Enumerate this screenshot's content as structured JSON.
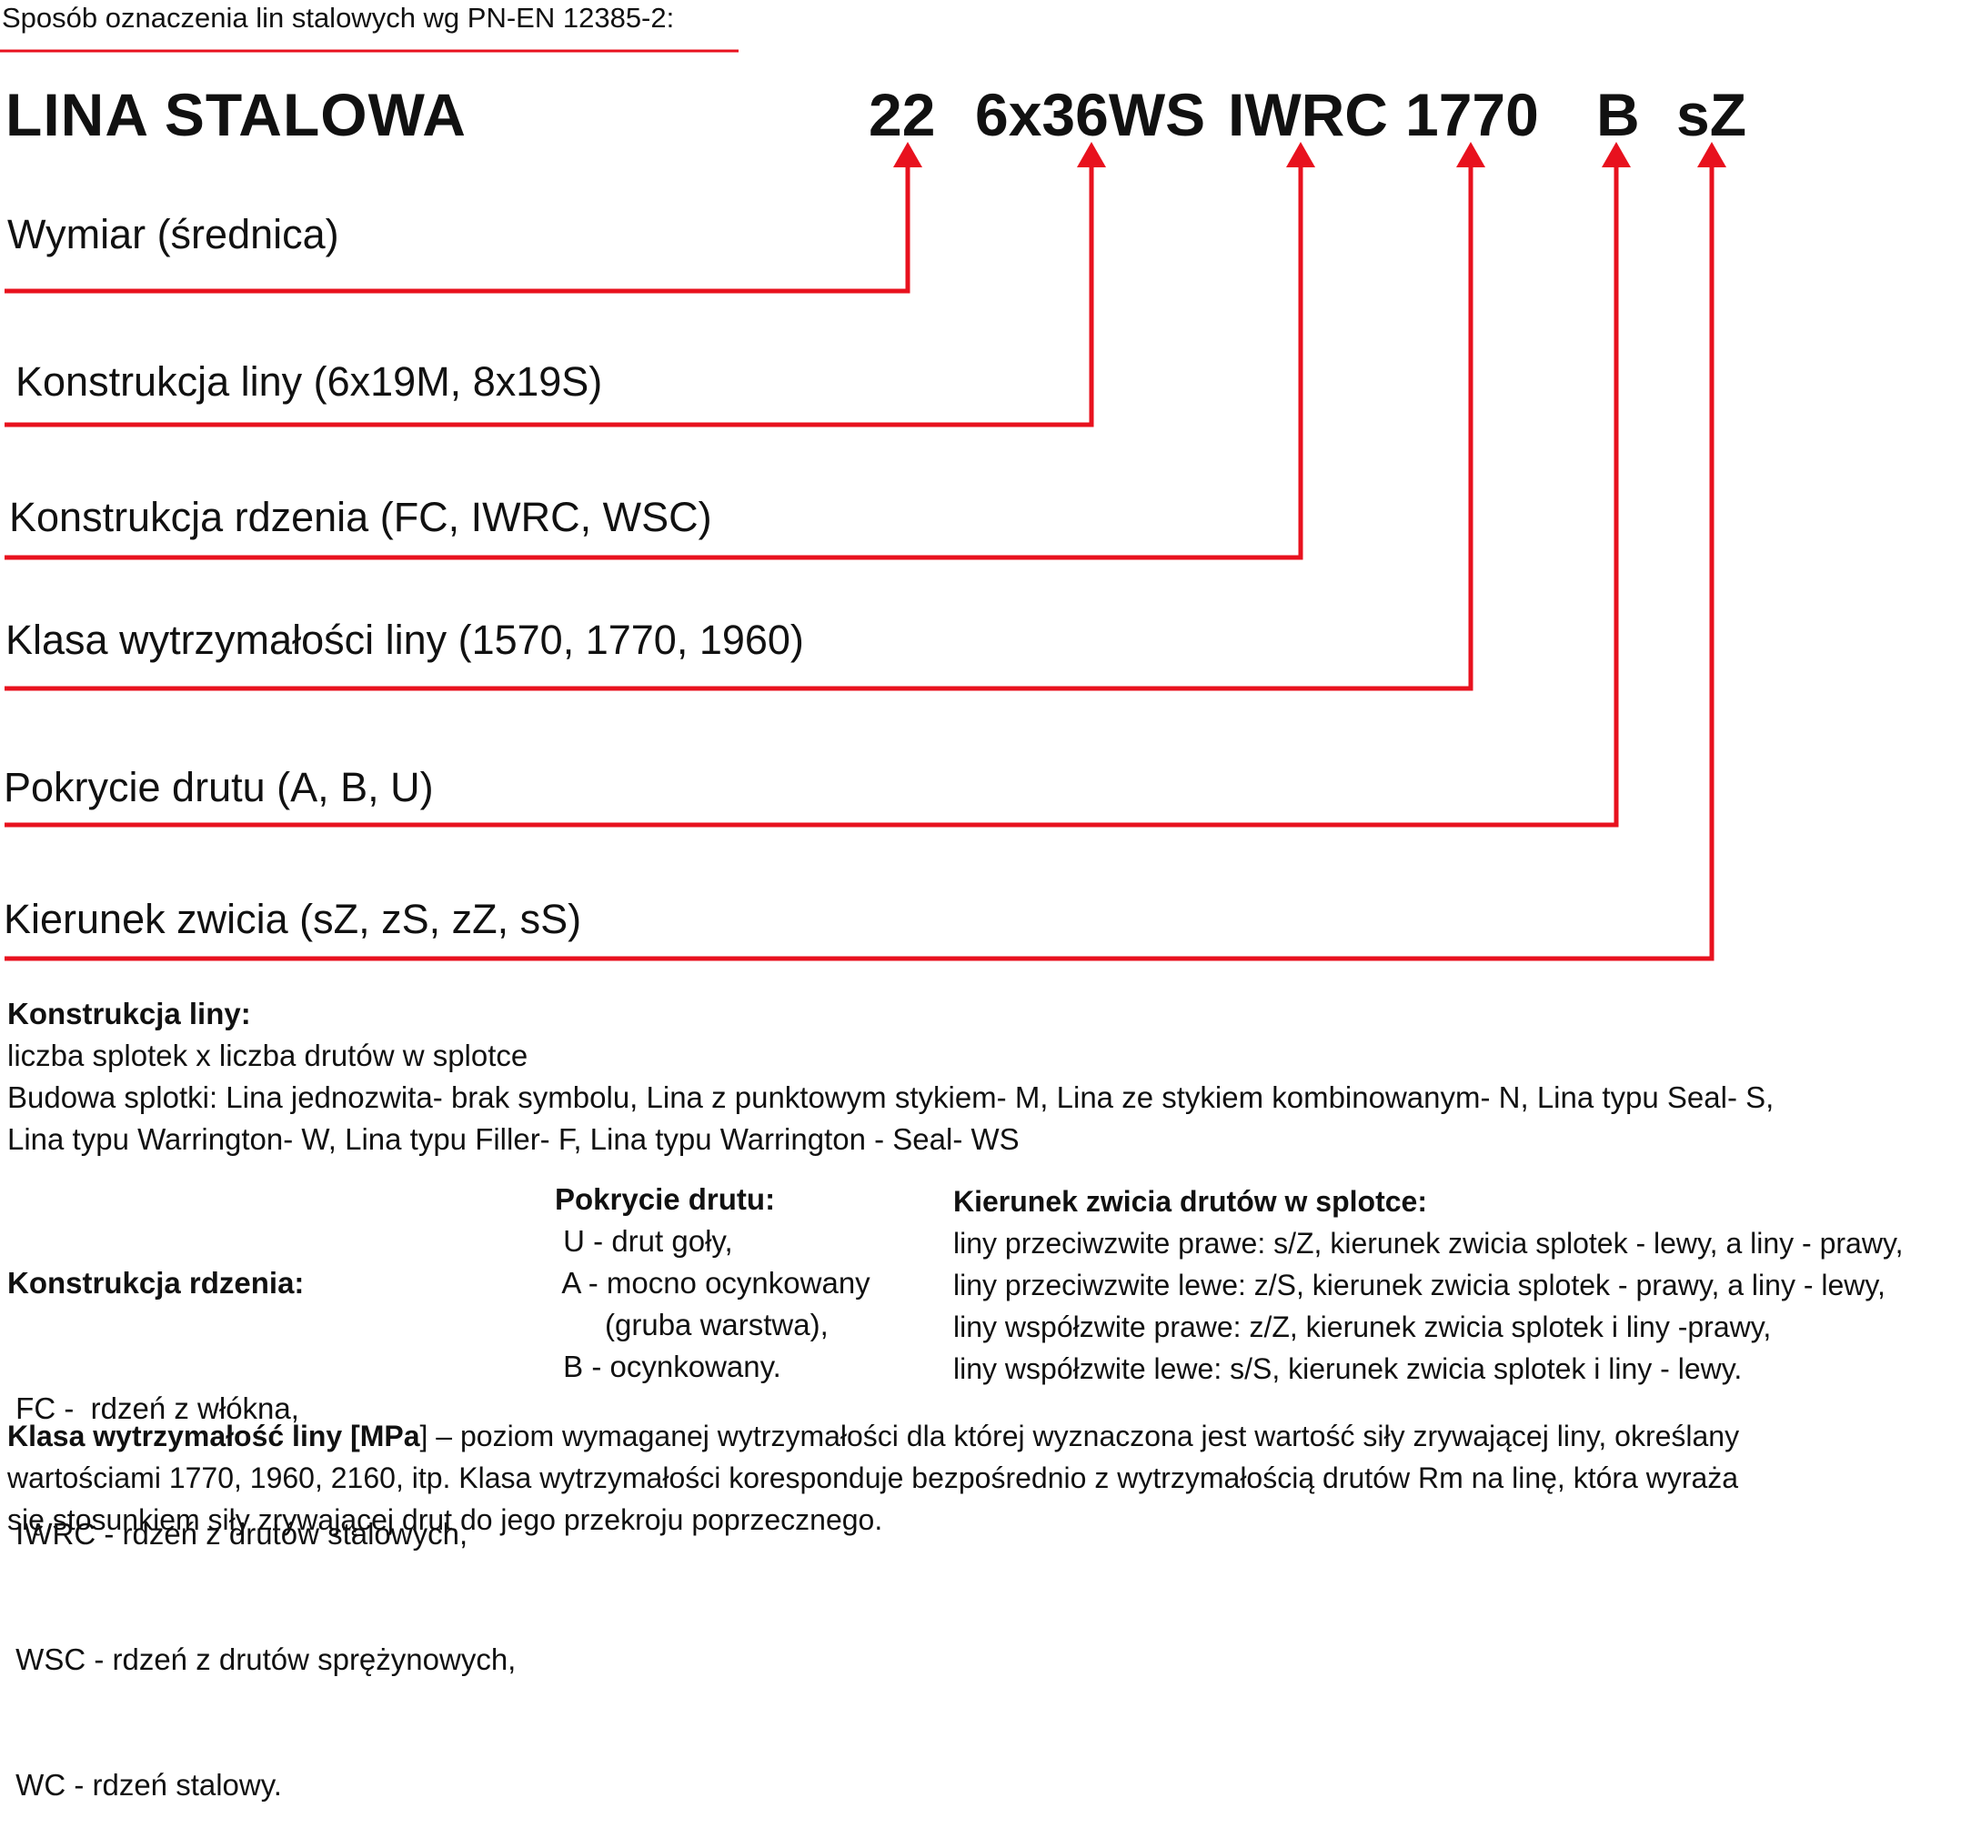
{
  "title": "Sposób oznaczenia lin stalowych wg PN-EN 12385-2:",
  "designation": {
    "label": "LINA STALOWA",
    "codes": [
      "22",
      "6x36WS",
      "IWRC",
      "1770",
      "B",
      "sZ"
    ]
  },
  "fields": [
    "Wymiar (średnica)",
    "Konstrukcja liny (6x19M, 8x19S)",
    "Konstrukcja rdzenia (FC, IWRC, WSC)",
    "Klasa wytrzymałości liny (1570, 1770, 1960)",
    "Pokrycie drutu (A, B, U)",
    "Kierunek zwicia (sZ, zS, zZ, sS)"
  ],
  "colors": {
    "accent": "#e8111e",
    "text": "#111111"
  },
  "notes": {
    "rope_construction": {
      "heading": "Konstrukcja liny:",
      "lines": [
        "liczba splotek x liczba drutów w splotce",
        "Budowa splotki:  Lina jednozwita- brak symbolu, Lina z punktowym stykiem- M,  Lina ze stykiem kombinowanym- N,  Lina typu Seal- S,",
        "Lina typu Warrington- W, Lina typu Filler- F,  Lina typu Warrington - Seal- WS"
      ]
    },
    "core_construction": {
      "heading": "Konstrukcja rdzenia:",
      "lines": [
        " FC -  rdzeń z włókna,",
        " IWRC - rdzeń z drutów stalowych,",
        " WSC - rdzeń z drutów sprężynowych,",
        " WC - rdzeń stalowy."
      ]
    },
    "wire_coating": {
      "heading": "Pokrycie drutu:",
      "lines": [
        " U - drut goły,",
        " A - mocno ocynkowany",
        "      (gruba warstwa),",
        " B - ocynkowany."
      ]
    },
    "lay_direction": {
      "heading": "Kierunek zwicia drutów w splotce:",
      "lines": [
        "liny przeciwzwite prawe: s/Z, kierunek zwicia splotek - lewy, a liny - prawy,",
        "liny przeciwzwite lewe: z/S, kierunek zwicia splotek - prawy, a liny - lewy,",
        "liny współzwite prawe: z/Z, kierunek zwicia splotek i liny -prawy,",
        "liny współzwite lewe: s/S, kierunek zwicia splotek i liny - lewy."
      ]
    },
    "strength_class": {
      "heading": "Klasa wytrzymałość liny [MPa",
      "rest": "] – poziom wymaganej wytrzymałości dla której wyznaczona jest wartość  siły zrywającej liny, określany",
      "lines": [
        "wartościami 1770, 1960, 2160, itp. Klasa wytrzymałości koresponduje bezpośrednio z wytrzymałością drutów Rm na linę,  która  wyraża",
        "się  stosunkiem  siły  zrywającej  drut  do  jego  przekroju  poprzecznego."
      ]
    }
  }
}
